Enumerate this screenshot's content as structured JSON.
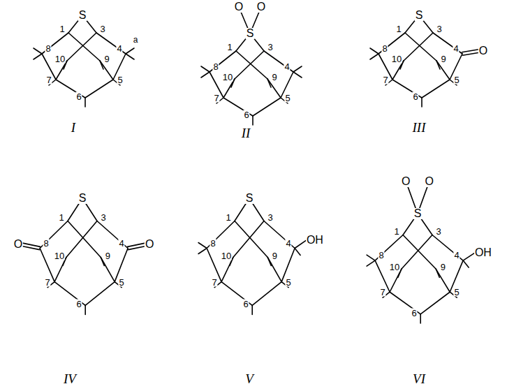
{
  "diagram": {
    "labels": [
      "S",
      "1",
      "3",
      "a",
      "8",
      "10",
      "9",
      "4",
      "7",
      "5",
      "6",
      "I",
      "O",
      "O",
      "S",
      "1",
      "3",
      "8",
      "10",
      "9",
      "4",
      "7",
      "5",
      "6",
      "II",
      "S",
      "1",
      "3",
      "O",
      "8",
      "10",
      "9",
      "4",
      "7",
      "5",
      "6",
      "III",
      "O",
      "S",
      "1",
      "3",
      "O",
      "8",
      "10",
      "9",
      "4",
      "5",
      "7",
      "6",
      "IV",
      "S",
      "1",
      "3",
      "OH",
      "8",
      "10",
      "9",
      "4",
      "7",
      "5",
      "6",
      "V",
      "O",
      "O",
      "S",
      "1",
      "3",
      "OH",
      "8",
      "10",
      "9",
      "4",
      "7",
      "5",
      "6",
      "VI"
    ]
  }
}
